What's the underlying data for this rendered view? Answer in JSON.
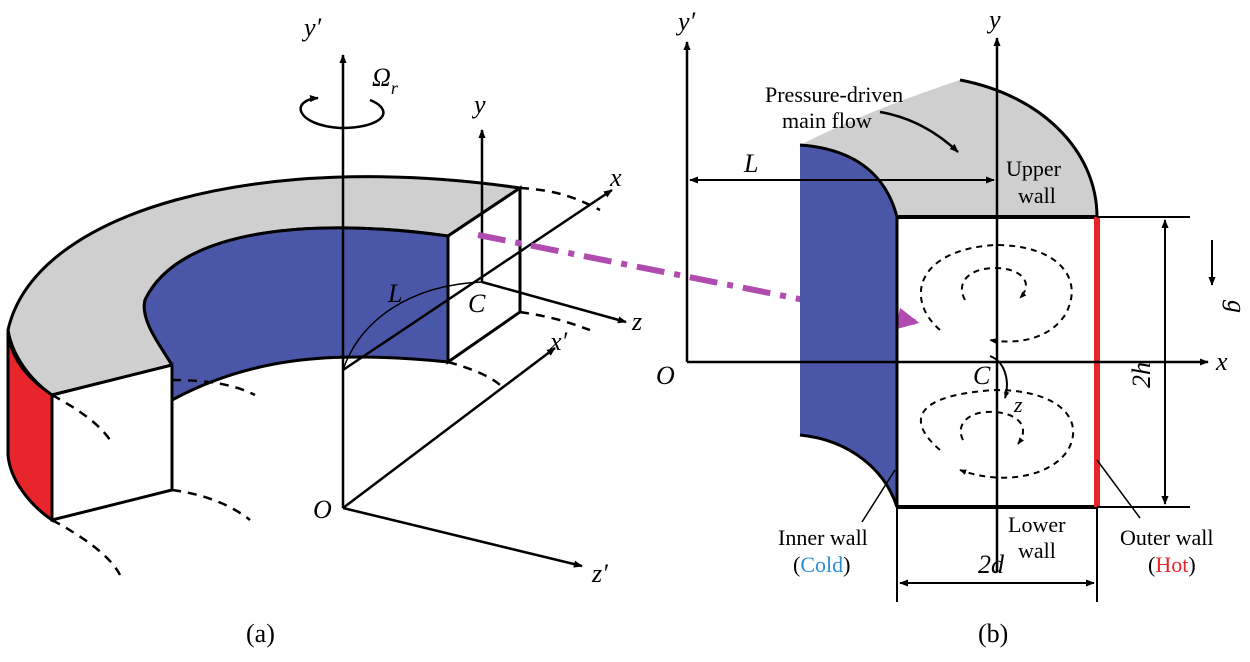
{
  "colors": {
    "inner_wall": "#4a57a8",
    "outer_wall": "#e8252b",
    "top_surface": "#cfcfcf",
    "flow_arrow": "#b04bb0",
    "cold_text": "#2a8fd6",
    "hot_text": "#e8252b",
    "line": "#000000"
  },
  "panel_a": {
    "caption": "(a)",
    "omega_symbol": "Ω",
    "omega_subscript": "r",
    "axis_y_prime": "y′",
    "axis_x_prime": "x′",
    "axis_z_prime": "z′",
    "axis_x": "x",
    "axis_y": "y",
    "axis_z": "z",
    "origin": "O",
    "center": "C",
    "length": "L"
  },
  "panel_b": {
    "caption": "(b)",
    "axis_y_prime": "y′",
    "axis_y": "y",
    "axis_x": "x",
    "axis_z": "z",
    "origin": "O",
    "center": "C",
    "length": "L",
    "height": "2h",
    "width": "2d",
    "gravity": "g",
    "main_flow_line1": "Pressure-driven",
    "main_flow_line2": "main flow",
    "upper_wall_line1": "Upper",
    "upper_wall_line2": "wall",
    "lower_wall_line1": "Lower",
    "lower_wall_line2": "wall",
    "inner_wall_line1": "Inner wall",
    "inner_wall_cold": "Cold",
    "outer_wall_line1": "Outer wall",
    "outer_wall_hot": "Hot",
    "paren_open": "(",
    "paren_close": ")"
  }
}
